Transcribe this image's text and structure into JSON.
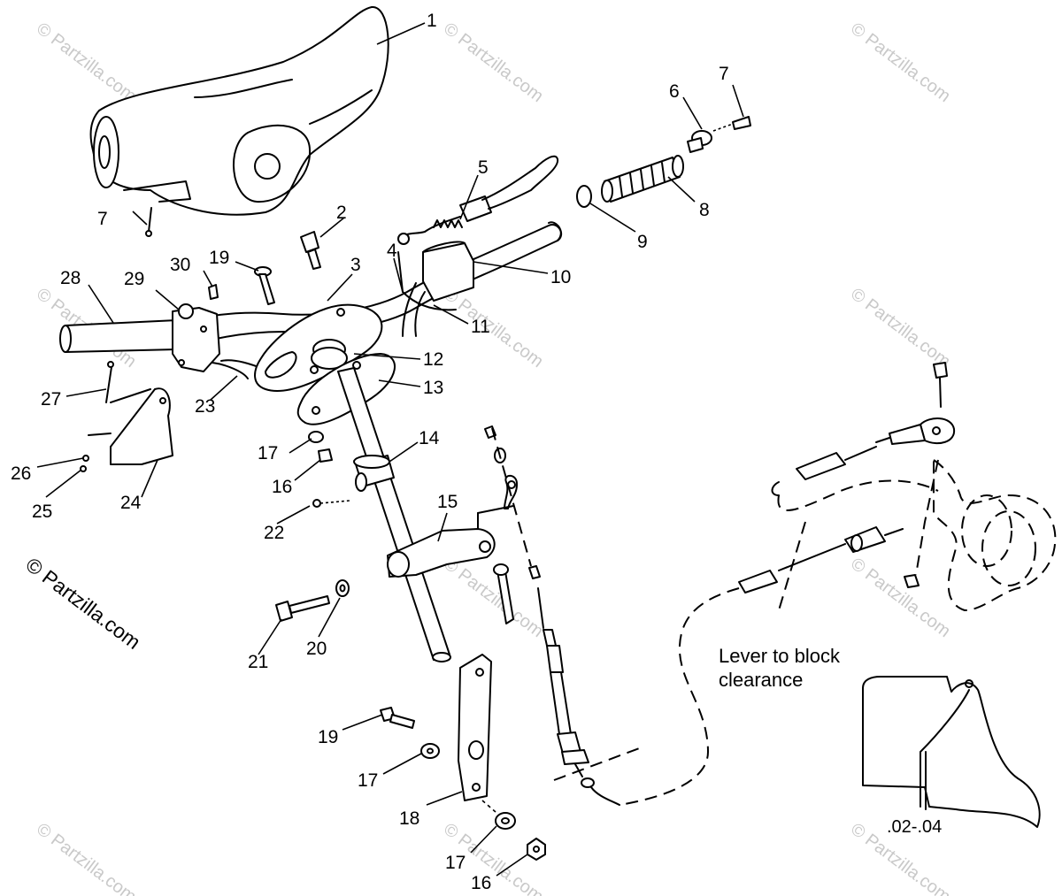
{
  "watermark": "© Partzilla.com",
  "copyright": "© Partzilla.com",
  "note": {
    "line1": "Lever to block",
    "line2": "clearance"
  },
  "clearance_value": ".02-.04",
  "callouts": [
    "1",
    "2",
    "3",
    "4",
    "5",
    "6",
    "7",
    "7",
    "8",
    "9",
    "10",
    "11",
    "12",
    "13",
    "14",
    "15",
    "16",
    "16",
    "17",
    "17",
    "17",
    "18",
    "19",
    "19",
    "20",
    "21",
    "22",
    "23",
    "24",
    "25",
    "26",
    "27",
    "28",
    "29",
    "30"
  ]
}
